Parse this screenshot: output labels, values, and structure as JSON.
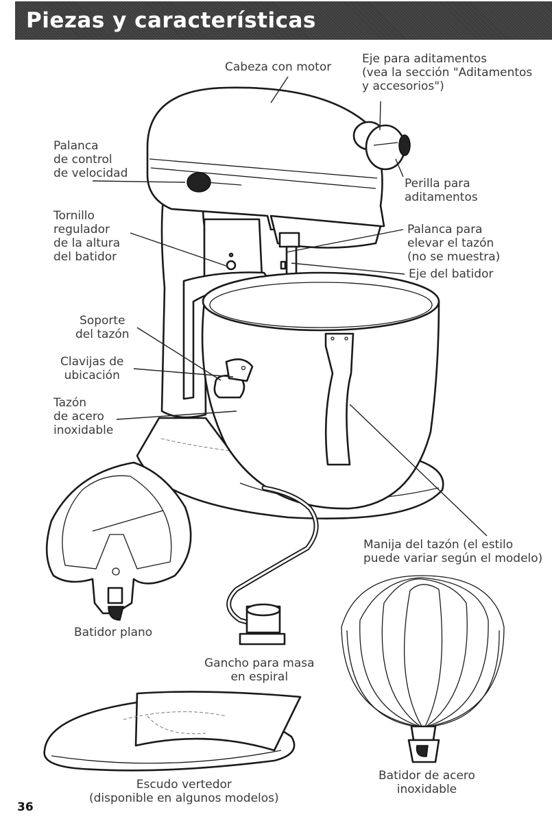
{
  "header": {
    "title": "Piezas y características",
    "band_color": "#3a3a3a",
    "title_color": "#ffffff"
  },
  "labels": {
    "motor_head": "Cabeza con motor",
    "attachment_hub": [
      "Eje para aditamentos",
      "(vea la sección \"Aditamentos",
      "y accesorios\")"
    ],
    "speed_lever": [
      "Palanca",
      "de control",
      "de velocidad"
    ],
    "attachment_knob": [
      "Perilla para",
      "aditamentos"
    ],
    "height_screw": [
      "Tornillo",
      "regulador",
      "de la altura",
      "del batidor"
    ],
    "bowl_lift_lever": [
      "Palanca para",
      "elevar el tazón",
      "(no se muestra)"
    ],
    "beater_shaft": "Eje del batidor",
    "bowl_support": [
      "Soporte",
      "del tazón"
    ],
    "locating_pins": [
      "Clavijas de",
      "ubicación"
    ],
    "bowl": [
      "Tazón",
      "de acero",
      "inoxidable"
    ],
    "bowl_handle": [
      "Manija del tazón (el estilo",
      "puede variar según el modelo)"
    ],
    "flat_beater": "Batidor plano",
    "dough_hook": [
      "Gancho para masa",
      "en espiral"
    ],
    "wire_whip": [
      "Batidor de acero",
      "inoxidable"
    ],
    "pouring_shield": [
      "Escudo vertedor",
      "(disponible en algunos modelos)"
    ]
  },
  "page_number": "36",
  "icons": [
    "stand-mixer-illustration",
    "flat-beater-illustration",
    "dough-hook-illustration",
    "wire-whip-illustration",
    "pouring-shield-illustration"
  ]
}
